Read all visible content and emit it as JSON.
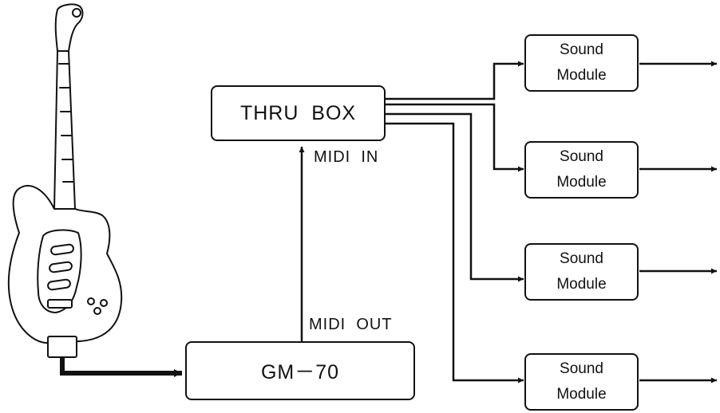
{
  "thru_box": {
    "label": "THRU  BOX"
  },
  "gm70": {
    "label": "GM－70"
  },
  "midi_in": "MIDI  IN",
  "midi_out": "MIDI  OUT",
  "modules": [
    {
      "line1": "Sound",
      "line2": "Module"
    },
    {
      "line1": "Sound",
      "line2": "Module"
    },
    {
      "line1": "Sound",
      "line2": "Module"
    },
    {
      "line1": "Sound",
      "line2": "Module"
    }
  ],
  "icons": {
    "guitar": "electric-guitar-icon"
  }
}
